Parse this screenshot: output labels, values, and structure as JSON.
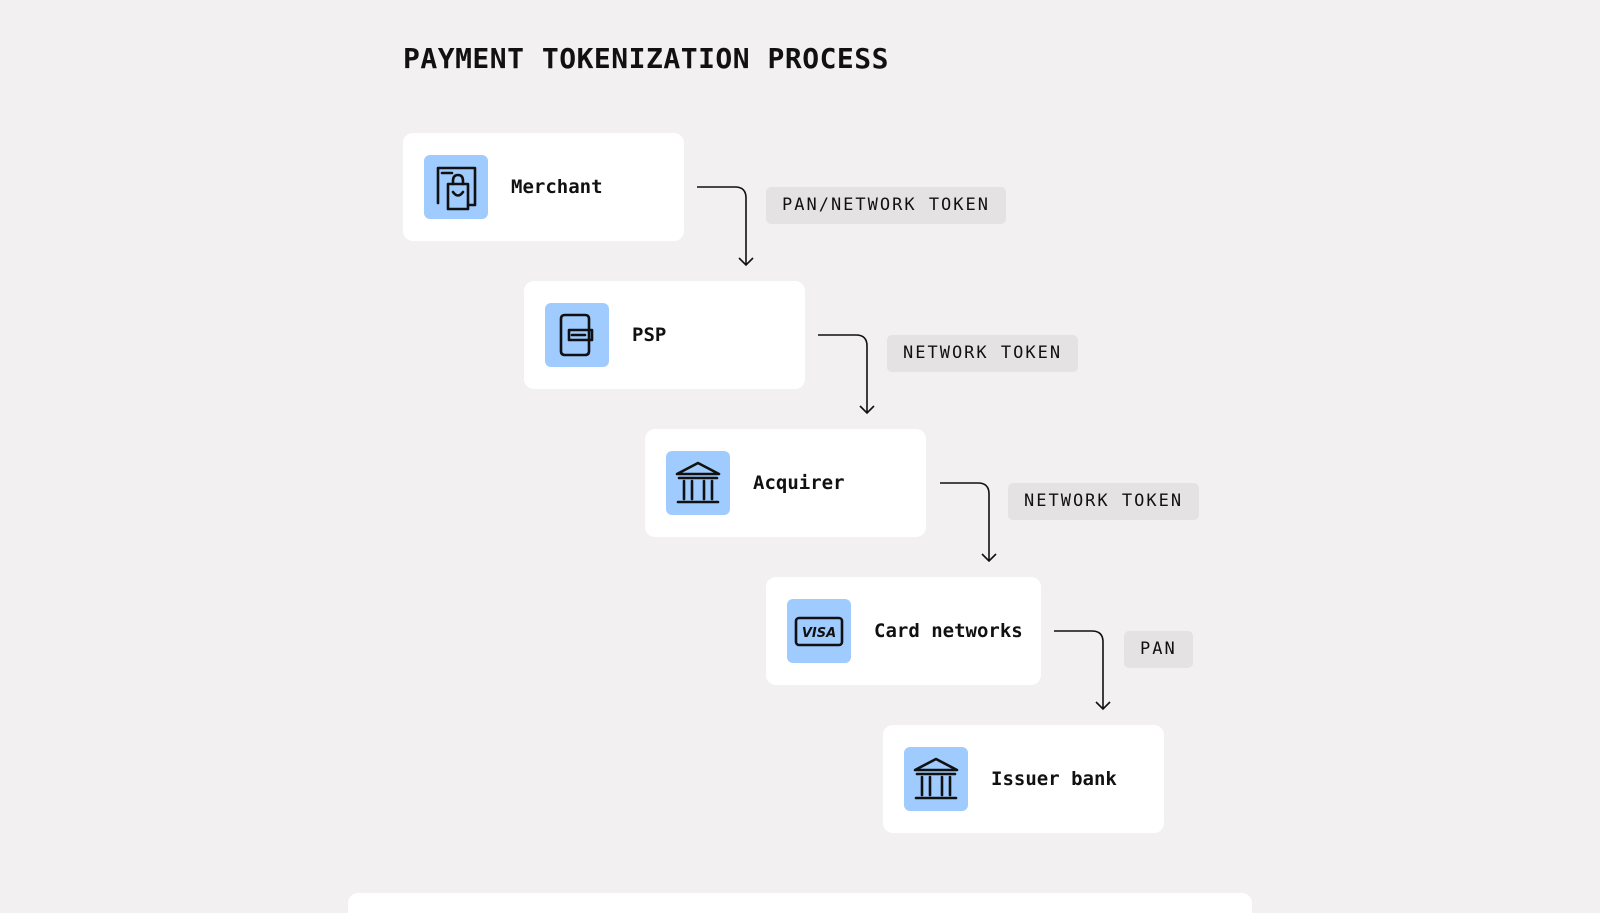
{
  "title": "PAYMENT TOKENIZATION PROCESS",
  "colors": {
    "background": "#f2f0f1",
    "card": "#ffffff",
    "icon_bg": "#9fcbff",
    "tag_bg": "#e4e2e3",
    "ink": "#111111"
  },
  "nodes": [
    {
      "label": "Merchant",
      "icon": "shopping-bag-window-icon"
    },
    {
      "label": "PSP",
      "icon": "payment-terminal-icon"
    },
    {
      "label": "Acquirer",
      "icon": "bank-icon"
    },
    {
      "label": "Card networks",
      "icon": "visa-card-icon",
      "icon_text": "VISA"
    },
    {
      "label": "Issuer bank",
      "icon": "bank-icon"
    }
  ],
  "edges": [
    {
      "label": "PAN/NETWORK TOKEN"
    },
    {
      "label": "NETWORK TOKEN"
    },
    {
      "label": "NETWORK TOKEN"
    },
    {
      "label": "PAN"
    }
  ]
}
